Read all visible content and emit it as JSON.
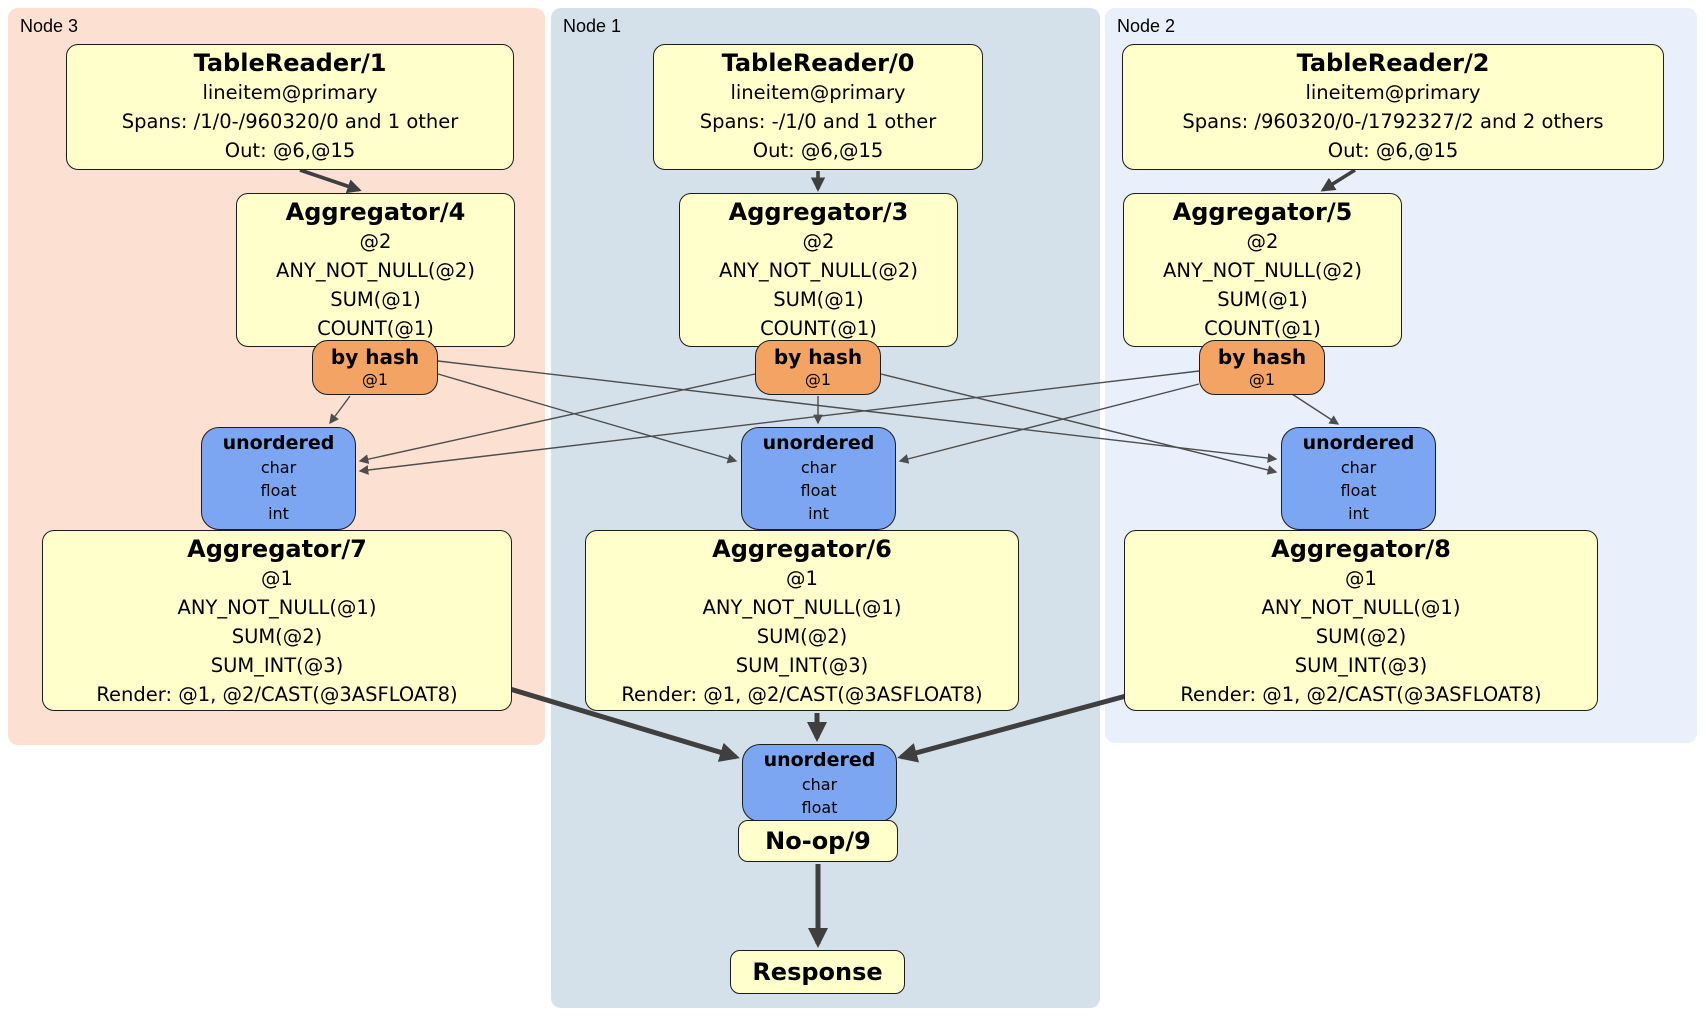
{
  "plan": {
    "nodes": [
      {
        "label": "Node 3",
        "tableReader": {
          "title": "TableReader/1",
          "lines": [
            "lineitem@primary",
            "Spans: /1/0-/960320/0 and 1 other",
            "Out: @6,@15"
          ]
        },
        "aggFirst": {
          "title": "Aggregator/4",
          "lines": [
            "@2",
            "ANY_NOT_NULL(@2)",
            "SUM(@1)",
            "COUNT(@1)"
          ]
        },
        "router": {
          "label": "by hash",
          "key": "@1"
        },
        "sync": {
          "label": "unordered",
          "streams": [
            "char",
            "float",
            "int"
          ]
        },
        "aggFinal": {
          "title": "Aggregator/7",
          "lines": [
            "@1",
            "ANY_NOT_NULL(@1)",
            "SUM(@2)",
            "SUM_INT(@3)",
            "Render: @1, @2/CAST(@3ASFLOAT8)"
          ]
        }
      },
      {
        "label": "Node 1",
        "tableReader": {
          "title": "TableReader/0",
          "lines": [
            "lineitem@primary",
            "Spans: -/1/0 and 1 other",
            "Out: @6,@15"
          ]
        },
        "aggFirst": {
          "title": "Aggregator/3",
          "lines": [
            "@2",
            "ANY_NOT_NULL(@2)",
            "SUM(@1)",
            "COUNT(@1)"
          ]
        },
        "router": {
          "label": "by hash",
          "key": "@1"
        },
        "sync": {
          "label": "unordered",
          "streams": [
            "char",
            "float",
            "int"
          ]
        },
        "aggFinal": {
          "title": "Aggregator/6",
          "lines": [
            "@1",
            "ANY_NOT_NULL(@1)",
            "SUM(@2)",
            "SUM_INT(@3)",
            "Render: @1, @2/CAST(@3ASFLOAT8)"
          ]
        }
      },
      {
        "label": "Node 2",
        "tableReader": {
          "title": "TableReader/2",
          "lines": [
            "lineitem@primary",
            "Spans: /960320/0-/1792327/2 and 2 others",
            "Out: @6,@15"
          ]
        },
        "aggFirst": {
          "title": "Aggregator/5",
          "lines": [
            "@2",
            "ANY_NOT_NULL(@2)",
            "SUM(@1)",
            "COUNT(@1)"
          ]
        },
        "router": {
          "label": "by hash",
          "key": "@1"
        },
        "sync": {
          "label": "unordered",
          "streams": [
            "char",
            "float",
            "int"
          ]
        },
        "aggFinal": {
          "title": "Aggregator/8",
          "lines": [
            "@1",
            "ANY_NOT_NULL(@1)",
            "SUM(@2)",
            "SUM_INT(@3)",
            "Render: @1, @2/CAST(@3ASFLOAT8)"
          ]
        }
      }
    ],
    "output": {
      "sync": {
        "label": "unordered",
        "streams": [
          "char",
          "float"
        ]
      },
      "noop": {
        "title": "No-op/9"
      },
      "response": {
        "title": "Response"
      }
    },
    "edges": [
      [
        "TableReader/1",
        "Aggregator/4"
      ],
      [
        "TableReader/0",
        "Aggregator/3"
      ],
      [
        "TableReader/2",
        "Aggregator/5"
      ],
      [
        "Aggregator/4 by hash",
        "Node 3 unordered"
      ],
      [
        "Aggregator/4 by hash",
        "Node 1 unordered"
      ],
      [
        "Aggregator/4 by hash",
        "Node 2 unordered"
      ],
      [
        "Aggregator/3 by hash",
        "Node 3 unordered"
      ],
      [
        "Aggregator/3 by hash",
        "Node 1 unordered"
      ],
      [
        "Aggregator/3 by hash",
        "Node 2 unordered"
      ],
      [
        "Aggregator/5 by hash",
        "Node 3 unordered"
      ],
      [
        "Aggregator/5 by hash",
        "Node 1 unordered"
      ],
      [
        "Aggregator/5 by hash",
        "Node 2 unordered"
      ],
      [
        "Aggregator/7",
        "output unordered"
      ],
      [
        "Aggregator/6",
        "output unordered"
      ],
      [
        "Aggregator/8",
        "output unordered"
      ],
      [
        "output unordered",
        "No-op/9"
      ],
      [
        "No-op/9",
        "Response"
      ]
    ],
    "colors": {
      "node3_bg": "#fce0d2",
      "node1_bg": "#d4e1eb",
      "node2_bg": "#e9effb",
      "processor_bg": "#ffffcc",
      "router_bg": "#f3a364",
      "sync_bg": "#7ca6f1",
      "border": "#1c1c1c",
      "edge_thin": "#4d4d4d",
      "edge_thick": "#3f3f3f"
    }
  }
}
